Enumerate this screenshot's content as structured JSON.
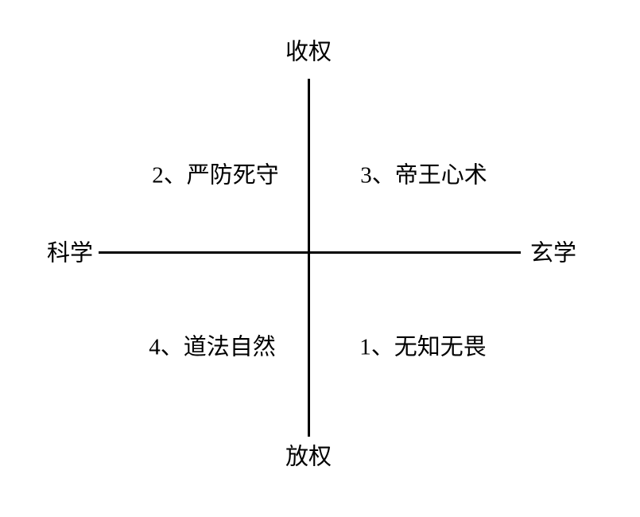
{
  "diagram": {
    "axes": {
      "top": "收权",
      "bottom": "放权",
      "left": "科学",
      "right": "玄学"
    },
    "quadrants": {
      "top_left": "2、严防死守",
      "top_right": "3、帝王心术",
      "bottom_left": "4、道法自然",
      "bottom_right": "1、无知无畏"
    },
    "colors": {
      "line": "#000000",
      "text": "#000000",
      "background": "#ffffff"
    }
  }
}
